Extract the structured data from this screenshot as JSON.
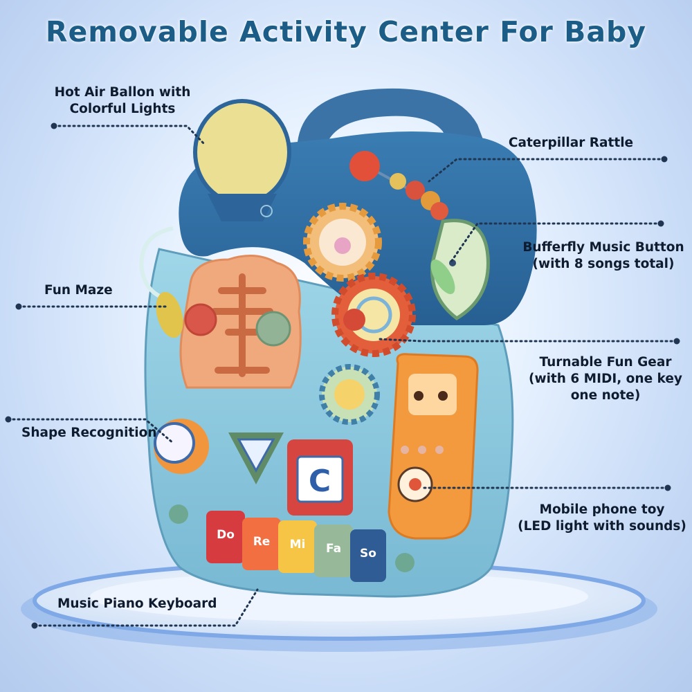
{
  "title": "Removable Activity Center For Baby",
  "callouts": {
    "hot_air_balloon": [
      "Hot Air Ballon with",
      "Colorful Lights"
    ],
    "caterpillar_rattle": [
      "Caterpillar Rattle"
    ],
    "butterfly_button": [
      "Bufferfly Music Button",
      "(with 8 songs total)"
    ],
    "fun_maze": [
      "Fun Maze"
    ],
    "fun_gear": [
      "Turnable Fun Gear",
      "(with 6 MIDI, one key",
      "one note)"
    ],
    "shape_recognition": [
      "Shape Recognition"
    ],
    "mobile_phone": [
      "Mobile phone toy",
      "(LED light with sounds)"
    ],
    "piano": [
      "Music Piano Keyboard"
    ]
  },
  "toy": {
    "piano_keys": [
      "Do",
      "Re",
      "Mi",
      "Fa",
      "So"
    ],
    "shape_letter": "C"
  },
  "colors": {
    "title": "#1b5d86",
    "toy_blue": "#2f6ea3",
    "toy_light_blue": "#8ccbe0",
    "accent_orange": "#f08a2c"
  }
}
